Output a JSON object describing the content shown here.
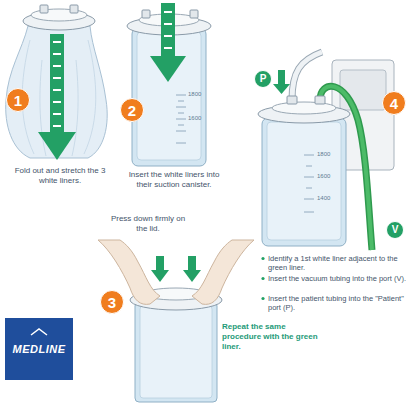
{
  "diagram": {
    "nodes": [
      {
        "text": [
          "1"
        ]
      },
      {
        "text": [
          "2"
        ]
      },
      {
        "text": [
          "P"
        ]
      },
      {
        "text": [
          "4"
        ]
      },
      {
        "text": [
          "V"
        ]
      },
      {
        "text": [
          "3"
        ]
      },
      {
        "text": [
          "MEDLINE"
        ]
      }
    ],
    "labels": [
      "Fold out and stretch the 3 white liners.",
      "Insert the white liners into their suction canister.",
      "Press down firmly on the lid.",
      "Repeat the same procedure with the green liner.",
      "Identify a 1st white liner adjacent to the green liner.",
      "Insert the vacuum tubing into the port (V).",
      "Insert the patient tubing into the \"Patient\" port (P).",
      "1800",
      "1600",
      "1800",
      "1600",
      "1400"
    ]
  }
}
